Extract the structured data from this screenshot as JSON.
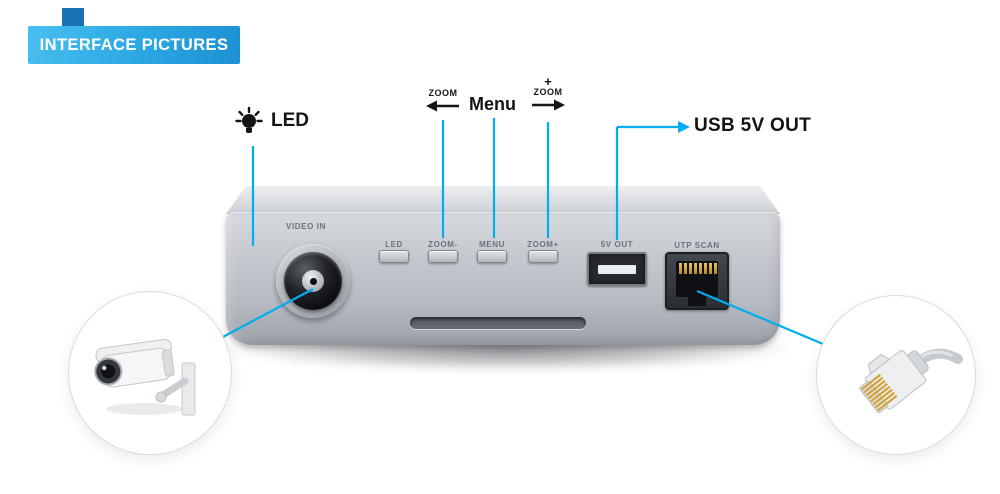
{
  "colors": {
    "callout_line": "#00AEEF",
    "banner_blue": "#2AA7E3",
    "banner_tab_blue": "#1973B2",
    "device_gray": "#BDC1C8"
  },
  "banner": {
    "title": "INTERFACE PICTURES"
  },
  "callouts": {
    "led": {
      "label": "LED",
      "icon": "light-bulb-icon"
    },
    "zoom_out": {
      "label": "ZOOM",
      "icon": "arrow-left-icon"
    },
    "menu": {
      "label": "Menu"
    },
    "zoom_in": {
      "sign": "+",
      "label": "ZOOM",
      "icon": "arrow-right-icon"
    },
    "usb": {
      "label": "USB 5V OUT",
      "icon": "arrow-right-icon"
    }
  },
  "device": {
    "labels": {
      "video_in": "VIDEO IN",
      "led_button": "LED",
      "zoom_out_button": "ZOOM-",
      "menu_button": "MENU",
      "zoom_in_button": "ZOOM+",
      "usb_out": "5V OUT",
      "utp_scan": "UTP SCAN"
    }
  },
  "examples": {
    "left_circle": "cctv-bullet-camera-photo",
    "right_circle": "rj45-connector-photo"
  }
}
